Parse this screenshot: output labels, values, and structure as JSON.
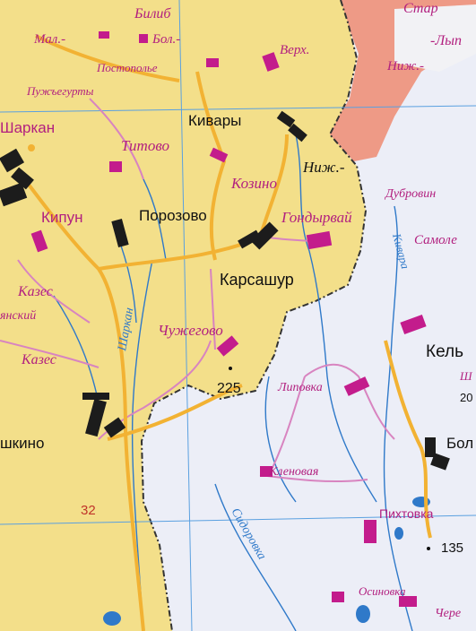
{
  "colors": {
    "territory": "#f3df8a",
    "outside": "#eceef7",
    "neighbor_region": "#ee9a86",
    "water": "#2f79c9",
    "road_major": "#f2b233",
    "road_minor": "#d884c0",
    "settlement_major": "#1c1c1c",
    "settlement_minor": "#c31c8c",
    "label_magenta": "#b2207f",
    "label_black": "#111111",
    "grid": "#5aa0e0",
    "border": "#333333"
  },
  "labels": {
    "bilib": "Билиб",
    "star": "Стар",
    "mal": "Мал.-",
    "bol1": "Бол.-",
    "verkh": "Верх.",
    "lyp": "-Лып",
    "nizh_top": "Ниж.-",
    "postopolye": "Постополье",
    "puzhyegurty": "Пужъегурты",
    "sharkan_town": "Шаркан",
    "kivary": "Кивары",
    "titovo": "Титово",
    "nizh_mid": "Ниж.-",
    "kozino": "Козино",
    "dubrovino": "Дубровин",
    "kipun": "Кипун",
    "porozovo": "Порозово",
    "gondyrvai": "Гондырвай",
    "samole": "Самоле",
    "kivara_river": "Кивара",
    "karsashur": "Карсашур",
    "kazes1": "Казес",
    "yansky": "янский",
    "sharkan_river": "Шаркан",
    "chuzhegovo": "Чужегово",
    "kely": "Кель",
    "kazes2": "Казес",
    "elev_225": "225",
    "sh_cut": "Ш",
    "num_20": "20",
    "lipovka": "Липовка",
    "shkino": "шкино",
    "bol2": "Бол",
    "klenovaya": "Кленовая",
    "pikhtovka": "Пихтовка",
    "road_32": "32",
    "sidorovka": "Сидоровка",
    "elev_135": "135",
    "osinovka": "Осиновка",
    "chere": "Чере"
  },
  "settlement_icons": [
    {
      "id": "settlement-sharkan",
      "kind": "major"
    },
    {
      "id": "settlement-kivary",
      "kind": "major"
    },
    {
      "id": "settlement-kipun",
      "kind": "major"
    },
    {
      "id": "settlement-porozovo",
      "kind": "major"
    },
    {
      "id": "settlement-karsashur",
      "kind": "major"
    },
    {
      "id": "settlement-shkino",
      "kind": "major"
    },
    {
      "id": "settlement-bol",
      "kind": "major"
    },
    {
      "id": "settlement-titovo",
      "kind": "minor"
    },
    {
      "id": "settlement-kozino",
      "kind": "minor"
    },
    {
      "id": "settlement-gondyrvai",
      "kind": "minor"
    },
    {
      "id": "settlement-chuzhegovo",
      "kind": "minor"
    },
    {
      "id": "settlement-lipovka",
      "kind": "minor"
    },
    {
      "id": "settlement-kely",
      "kind": "minor"
    },
    {
      "id": "settlement-pikhtovka",
      "kind": "minor"
    }
  ]
}
